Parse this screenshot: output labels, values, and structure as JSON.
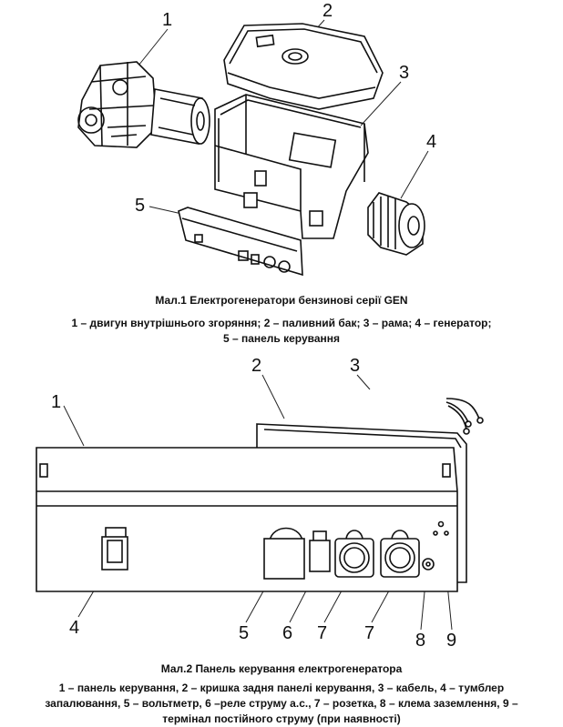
{
  "figure1": {
    "callouts": [
      "1",
      "2",
      "3",
      "4",
      "5"
    ],
    "title": "Мал.1 Електрогенератори бензинові серії GEN",
    "legend_line1": "1 – двигун внутрішнього згоряння; 2 – паливний бак; 3 – рама; 4 – генератор;",
    "legend_line2": "5 – панель керування"
  },
  "figure2": {
    "callouts": [
      "1",
      "2",
      "3",
      "4",
      "5",
      "6",
      "7",
      "7",
      "8",
      "9"
    ],
    "title": "Мал.2 Панель керування електрогенератора",
    "legend_line1": "1 – панель керування, 2 – кришка задня панелі керування, 3 – кабель, 4 – тумблер",
    "legend_line2": "запалювання, 5 – вольтметр, 6 –реле струму а.с., 7 – розетка, 8 – клема заземлення, 9 –",
    "legend_line3": "термінал постійного струму (при  наявності)"
  }
}
